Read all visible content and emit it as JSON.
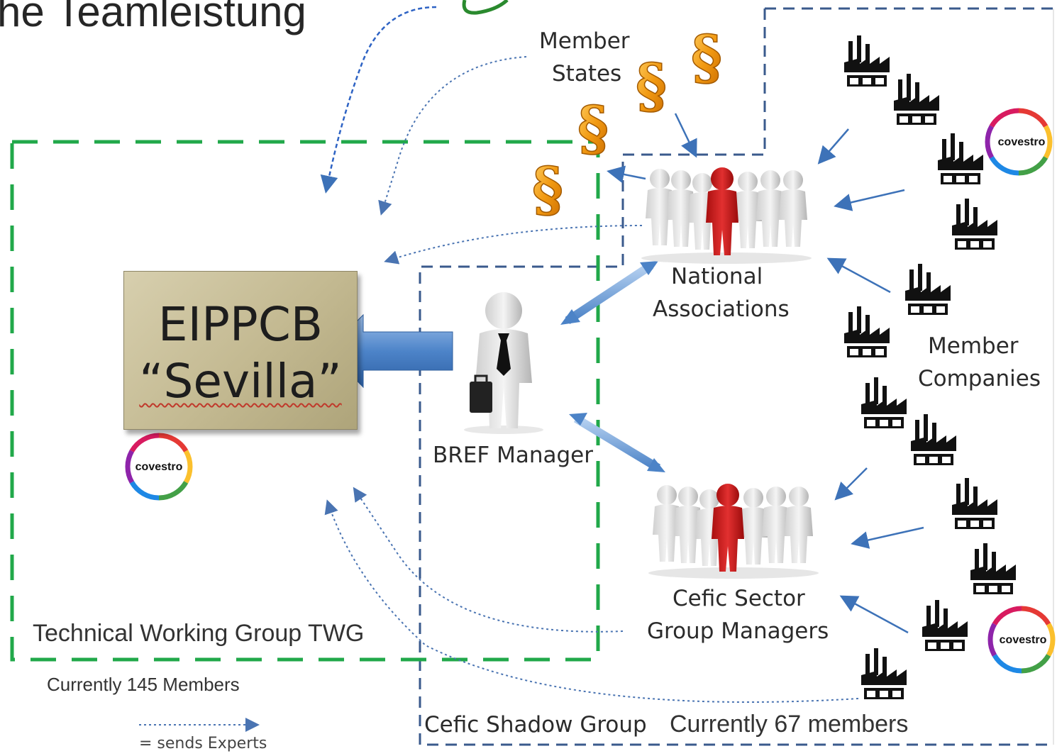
{
  "title": "he Teamleistung",
  "eippcb": {
    "name": "EIPPCB",
    "city": "“Sevilla”"
  },
  "labels": {
    "member_states": [
      "Member",
      "States"
    ],
    "national_associations": [
      "National",
      "Associations"
    ],
    "bref_manager": "BREF Manager",
    "cefic_sector": [
      "Cefic Sector",
      "Group Managers"
    ],
    "member_companies": [
      "Member",
      "Companies"
    ],
    "twg": "Technical Working Group TWG",
    "twg_members": "Currently 145 Members",
    "shadow_group": "Cefic Shadow Group",
    "shadow_members": "Currently 67 members",
    "legend": "= sends Experts"
  },
  "logo_text": "covestro",
  "colors": {
    "twg_border": "#21a84a",
    "shadow_border": "#3a5a8c",
    "arrow_blue": "#3d72b8",
    "eip_box": "#c7bd97",
    "leader_red": "#d21c1c",
    "paragraph_gold": "#f0a020"
  },
  "icons": [
    "paragraph-icon",
    "factory-icon",
    "people-group-icon",
    "businessman-icon",
    "covestro-logo"
  ]
}
